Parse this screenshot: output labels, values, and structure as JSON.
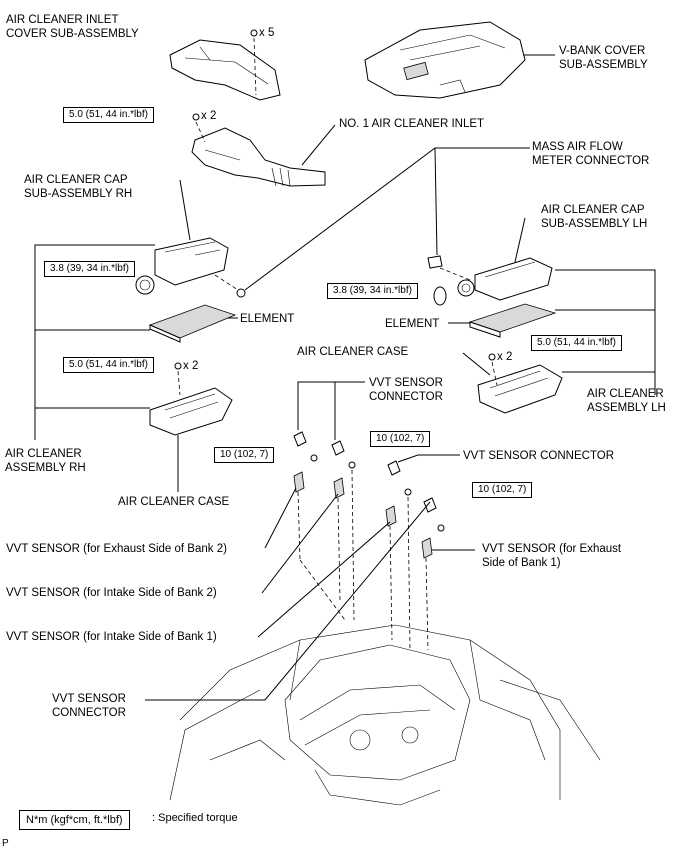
{
  "labels": {
    "air_cleaner_inlet_cover": "AIR CLEANER INLET\nCOVER SUB-ASSEMBLY",
    "v_bank_cover": "V-BANK COVER\nSUB-ASSEMBLY",
    "no1_air_cleaner_inlet": "NO. 1 AIR CLEANER INLET",
    "mass_air_flow_connector": "MASS AIR FLOW\nMETER CONNECTOR",
    "air_cleaner_cap_rh": "AIR CLEANER CAP\nSUB-ASSEMBLY RH",
    "air_cleaner_cap_lh": "AIR CLEANER CAP\nSUB-ASSEMBLY LH",
    "element_rh": "ELEMENT",
    "element_lh": "ELEMENT",
    "air_cleaner_case_lh": "AIR CLEANER CASE",
    "air_cleaner_assembly_lh": "AIR CLEANER\nASSEMBLY LH",
    "air_cleaner_assembly_rh": "AIR CLEANER\nASSEMBLY RH",
    "air_cleaner_case_rh": "AIR CLEANER CASE",
    "vvt_sensor_connector_top": "VVT SENSOR\nCONNECTOR",
    "vvt_sensor_connector_right": "VVT SENSOR CONNECTOR",
    "vvt_sensor_exhaust_bank1": "VVT SENSOR (for Exhaust\nSide of Bank 1)",
    "vvt_sensor_exhaust_bank2": "VVT SENSOR (for Exhaust Side of Bank 2)",
    "vvt_sensor_intake_bank2": "VVT SENSOR (for Intake Side of Bank 2)",
    "vvt_sensor_intake_bank1": "VVT SENSOR (for Intake Side of Bank 1)",
    "vvt_sensor_connector_bottom": "VVT SENSOR\nCONNECTOR"
  },
  "torques": {
    "inlet_bolt": "5.0 (51, 44 in.*lbf)",
    "cap_rh": "3.8 (39, 34 in.*lbf)",
    "cap_lh": "3.8 (39, 34 in.*lbf)",
    "case_rh": "5.0 (51, 44 in.*lbf)",
    "case_lh": "5.0 (51, 44 in.*lbf)",
    "vvt_a": "10 (102, 7)",
    "vvt_b": "10 (102, 7)",
    "vvt_c": "10 (102, 7)"
  },
  "quantities": {
    "cover_clips": "x 5",
    "inlet_bolts": "x 2",
    "case_rh_bolts": "x 2",
    "case_lh_bolts": "x 2"
  },
  "legend": {
    "unit": "N*m (kgf*cm, ft.*lbf)",
    "meaning": ": Specified torque"
  },
  "figure_code": "P"
}
